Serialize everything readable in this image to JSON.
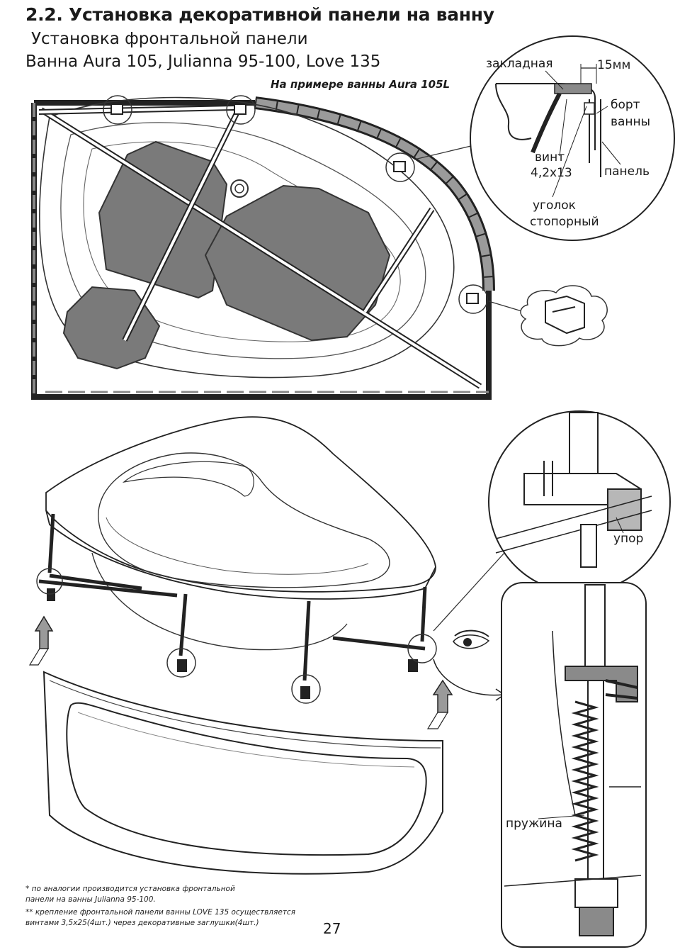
{
  "header": {
    "section_title": "2.2. Установка декоративной панели на ванну",
    "subtitle": "Установка фронтальной панели",
    "models": "Ванна Aura 105, Julianna 95-100, Love 135"
  },
  "top_view": {
    "example_note": "На примере ванны Aura 105L"
  },
  "detail_callout": {
    "labels": {
      "embed": "закладная",
      "gap": "15мм",
      "rim_line1": "борт",
      "rim_line2": "ванны",
      "screw_line1": "винт",
      "screw_line2": "4,2х13",
      "panel": "панель",
      "corner_line1": "уголок",
      "corner_line2": "стопорный"
    }
  },
  "stop_callout": {
    "label": "упор"
  },
  "spring_callout": {
    "label": "пружина"
  },
  "footnotes": {
    "line1": "* по аналогии производится установка фронтальной",
    "line2": "панели на ванны Julianna 95-100.",
    "line3": "** крепление фронтальной панели ванны LOVE 135 осуществляется",
    "line4": "винтами 3,5х25(4шт.) через декоративные заглушки(4шт.)"
  },
  "page": {
    "number": "27"
  }
}
